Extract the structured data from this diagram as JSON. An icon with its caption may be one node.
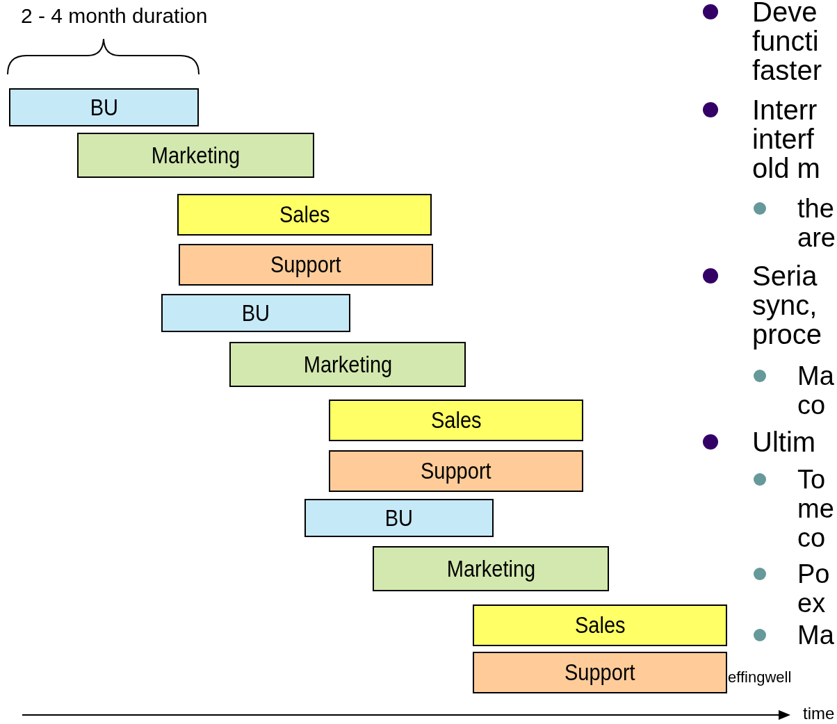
{
  "diagram": {
    "nodes": [
      {
        "text": [
          "BU"
        ]
      },
      {
        "text": [
          "Marketing"
        ]
      },
      {
        "text": [
          "Sales"
        ]
      },
      {
        "text": [
          "Support"
        ]
      },
      {
        "text": [
          "BU"
        ]
      },
      {
        "text": [
          "Marketing"
        ]
      },
      {
        "text": [
          "Sales"
        ]
      },
      {
        "text": [
          "Support"
        ]
      },
      {
        "text": [
          "BU"
        ]
      },
      {
        "text": [
          "Marketing"
        ]
      },
      {
        "text": [
          "Sales"
        ]
      },
      {
        "text": [
          "Support"
        ]
      }
    ],
    "labels": [
      "2 - 4 month duration",
      "Deve functi faster",
      "Interr interf old m",
      "the are",
      "Seria sync, proce",
      "Ma co",
      "Ultim",
      "To me co",
      "Po ex",
      "Ma",
      "effingwell",
      "time"
    ]
  }
}
